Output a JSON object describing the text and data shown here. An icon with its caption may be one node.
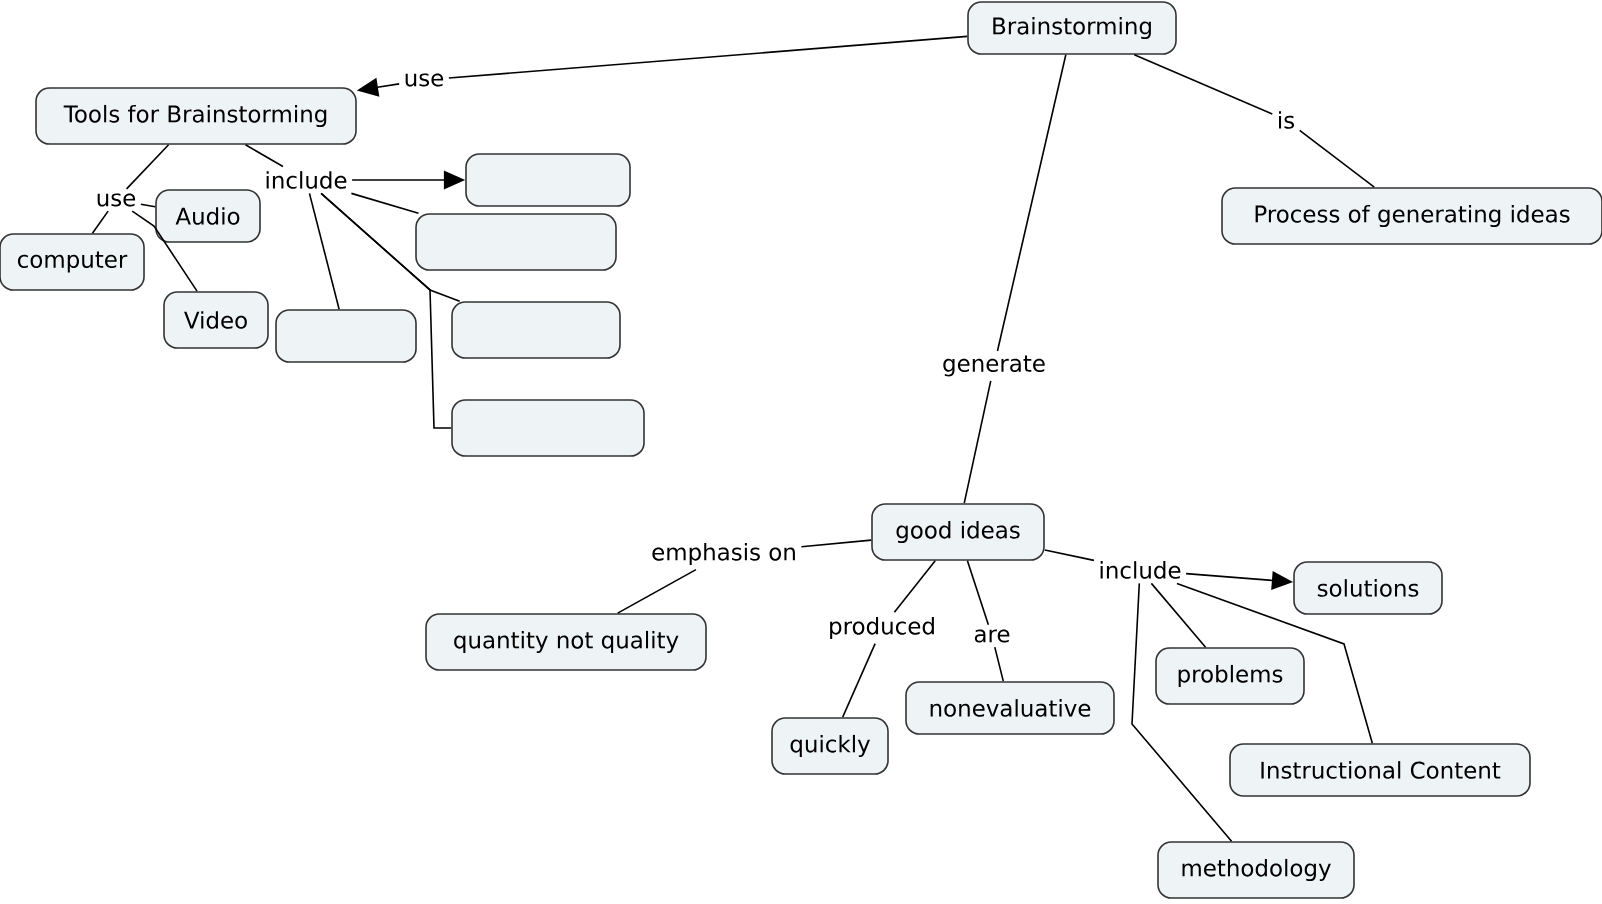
{
  "diagram": {
    "nodes": [
      {
        "text": [
          "Brainstorming"
        ]
      },
      {
        "text": [
          "Tools for Brainstorming"
        ]
      },
      {
        "text": [
          "Process of generating ideas"
        ]
      },
      {
        "text": [
          "good ideas"
        ]
      },
      {
        "text": [
          "computer"
        ]
      },
      {
        "text": [
          "Audio"
        ]
      },
      {
        "text": [
          "Video"
        ]
      },
      {
        "text": [],
        "shape": "box"
      },
      {
        "text": [],
        "shape": "box"
      },
      {
        "text": [],
        "shape": "box"
      },
      {
        "text": [],
        "shape": "box"
      },
      {
        "text": [],
        "shape": "box"
      },
      {
        "text": [
          "quantity not quality"
        ]
      },
      {
        "text": [
          "quickly"
        ]
      },
      {
        "text": [
          "nonevaluative"
        ]
      },
      {
        "text": [
          "solutions"
        ]
      },
      {
        "text": [
          "problems"
        ]
      },
      {
        "text": [
          "Instructional Content"
        ]
      },
      {
        "text": [
          "methodology"
        ]
      },
      {
        "text": [
          "use"
        ]
      },
      {
        "text": [
          "is"
        ]
      },
      {
        "text": [
          "generate"
        ]
      },
      {
        "text": [
          "use"
        ]
      },
      {
        "text": [
          "include"
        ]
      },
      {
        "text": [
          "emphasis on"
        ]
      },
      {
        "text": [
          "produced"
        ]
      },
      {
        "text": [
          "are"
        ]
      },
      {
        "text": [
          "include"
        ]
      }
    ],
    "edges": [
      {
        "from": 0,
        "to": 19,
        "arrow": "none"
      },
      {
        "from": 19,
        "to": 1,
        "arrow": "to"
      },
      {
        "from": 0,
        "to": 20,
        "arrow": "none"
      },
      {
        "from": 20,
        "to": 2,
        "arrow": "none"
      },
      {
        "from": 0,
        "to": 21,
        "arrow": "none"
      },
      {
        "from": 21,
        "to": 3,
        "arrow": "none"
      },
      {
        "from": 1,
        "to": 22,
        "arrow": "none"
      },
      {
        "from": 22,
        "to": 4,
        "arrow": "none"
      },
      {
        "from": 22,
        "to": 5,
        "arrow": "none"
      },
      {
        "from": 22,
        "to": 6,
        "arrow": "none"
      },
      {
        "from": 1,
        "to": 23,
        "arrow": "none"
      },
      {
        "from": 23,
        "to": 7,
        "arrow": "to"
      },
      {
        "from": 23,
        "to": 8,
        "arrow": "none"
      },
      {
        "from": 23,
        "to": 9,
        "arrow": "none"
      },
      {
        "from": 23,
        "to": 10,
        "arrow": "none"
      },
      {
        "from": 23,
        "to": 11,
        "arrow": "none"
      },
      {
        "from": 3,
        "to": 24,
        "arrow": "none"
      },
      {
        "from": 24,
        "to": 12,
        "arrow": "none"
      },
      {
        "from": 3,
        "to": 25,
        "arrow": "none"
      },
      {
        "from": 25,
        "to": 13,
        "arrow": "none"
      },
      {
        "from": 3,
        "to": 26,
        "arrow": "none"
      },
      {
        "from": 26,
        "to": 14,
        "arrow": "none"
      },
      {
        "from": 3,
        "to": 27,
        "arrow": "none"
      },
      {
        "from": 27,
        "to": 15,
        "arrow": "to"
      },
      {
        "from": 27,
        "to": 16,
        "arrow": "none"
      },
      {
        "from": 27,
        "to": 17,
        "arrow": "none"
      },
      {
        "from": 27,
        "to": 18,
        "arrow": "none"
      }
    ]
  }
}
